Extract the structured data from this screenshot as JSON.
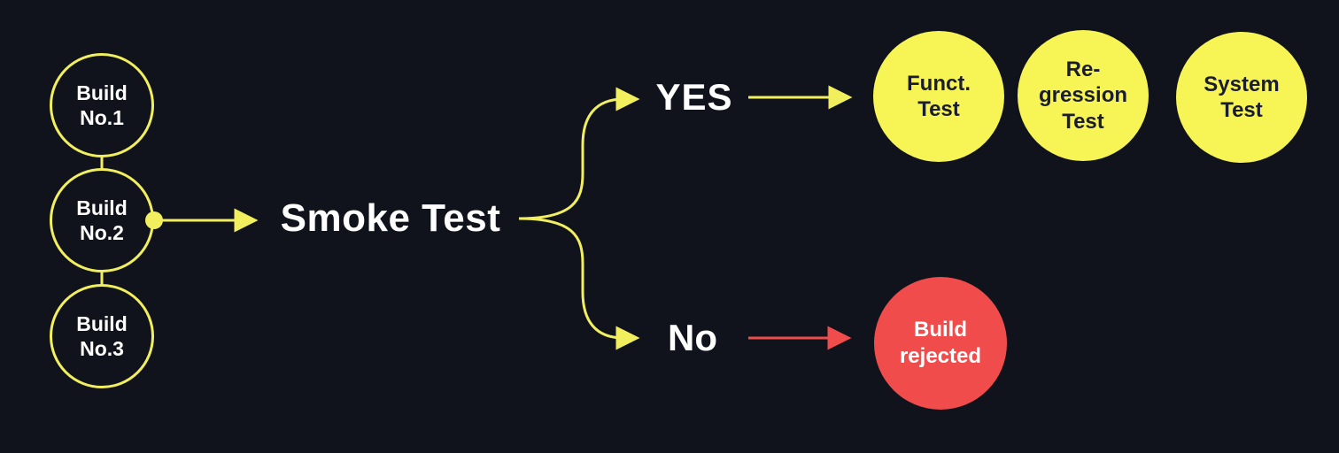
{
  "diagram": {
    "title_semantic": "smoke-test-flowchart",
    "colors": {
      "background": "#10131c",
      "yellow_line": "#f2ef5e",
      "yellow_fill": "#f7f556",
      "red": "#f04c4c",
      "dark_text": "#1a1c30",
      "white_text": "#ffffff"
    },
    "builds": {
      "items": [
        {
          "label": "Build No.1"
        },
        {
          "label": "Build No.2"
        },
        {
          "label": "Build No.3"
        }
      ]
    },
    "decision": {
      "label": "Smoke Test"
    },
    "branches": {
      "yes": {
        "label": "YES"
      },
      "no": {
        "label": "No"
      }
    },
    "outcomes": {
      "yes_tests": [
        {
          "label": "Funct. Test"
        },
        {
          "label": "Re-gression Test"
        },
        {
          "label": "System Test"
        }
      ],
      "no_result": {
        "label": "Build rejected"
      }
    }
  }
}
